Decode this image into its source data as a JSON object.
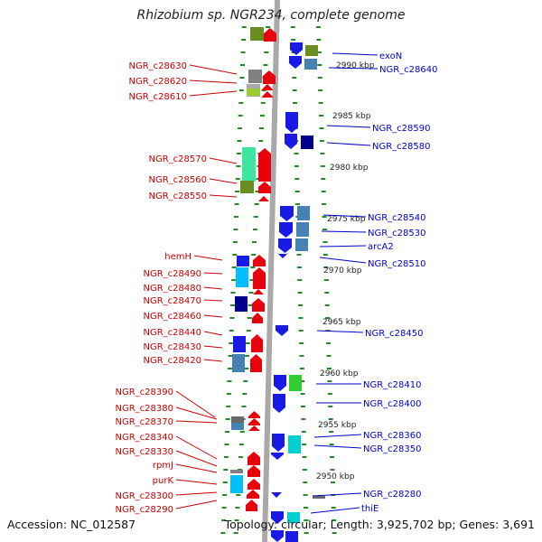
{
  "title": "Rhizobium sp. NGR234, complete genome",
  "footer": {
    "accession": "Accession: NC_012587",
    "topology": "Topology: circular; Length: 3,925,702 bp; Genes: 3,691"
  },
  "colors": {
    "forward": "#e8000c",
    "reverse": "#1a1ae6",
    "label_forward": "#cc0000",
    "label_reverse": "#0000cc",
    "backbone": "#a9a9a9",
    "tick": "#228b22"
  },
  "scale_labels": [
    "2990 kbp",
    "2985 kbp",
    "2980 kbp",
    "2975 kbp",
    "2970 kbp",
    "2965 kbp",
    "2960 kbp",
    "2955 kbp",
    "2950 kbp"
  ],
  "left_labels": [
    "NGR_c28630",
    "NGR_c28620",
    "NGR_c28610",
    "NGR_c28570",
    "NGR_c28560",
    "NGR_c28550",
    "hemH",
    "NGR_c28490",
    "NGR_c28480",
    "NGR_c28470",
    "NGR_c28460",
    "NGR_c28440",
    "NGR_c28430",
    "NGR_c28420",
    "NGR_c28390",
    "NGR_c28380",
    "NGR_c28370",
    "NGR_c28340",
    "NGR_c28330",
    "rpmJ",
    "purK",
    "NGR_c28300",
    "NGR_c28290"
  ],
  "right_labels": [
    "exoN",
    "NGR_c28640",
    "NGR_c28590",
    "NGR_c28580",
    "NGR_c28540",
    "NGR_c28530",
    "arcA2",
    "NGR_c28510",
    "NGR_c28450",
    "NGR_c28410",
    "NGR_c28400",
    "NGR_c28360",
    "NGR_c28350",
    "NGR_c28280",
    "thiE"
  ]
}
